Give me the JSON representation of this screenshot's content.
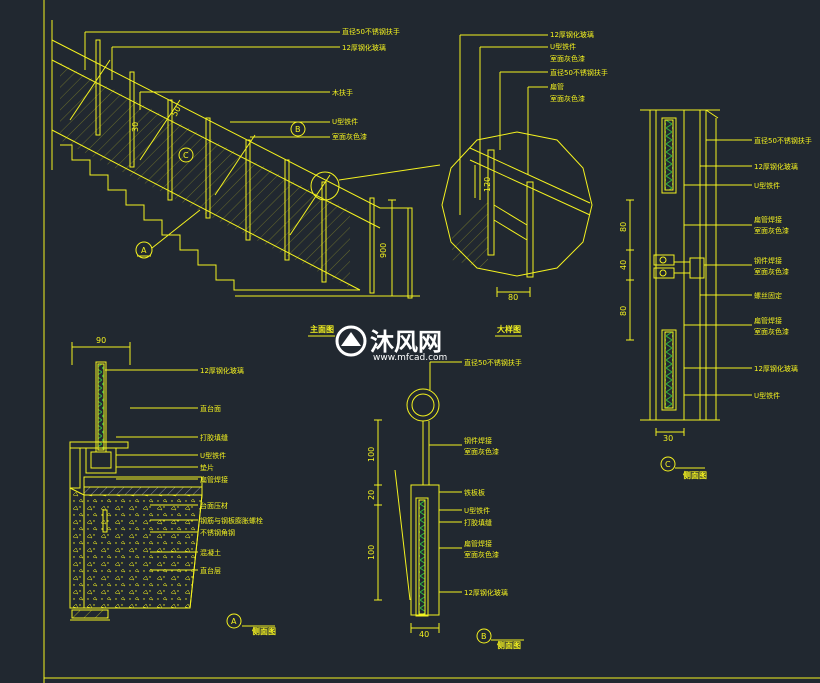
{
  "colors": {
    "background": "#212830",
    "line": "#f4f21f",
    "green": "#2fae3f",
    "white": "#ffffff"
  },
  "watermark": {
    "brand": "沐风网",
    "url": "www.mfcad.com"
  },
  "stair": {
    "callouts": [
      "直径50不锈钢扶手",
      "12厚钢化玻璃",
      "木扶手",
      "U型铁件",
      "室面灰色漆"
    ],
    "dims": {
      "post_height": "900",
      "rail_dim_a": "50",
      "rail_dim_b": "30"
    },
    "tags": [
      "C",
      "B",
      "A"
    ]
  },
  "detail_circle": {
    "callouts": [
      "12厚钢化玻璃",
      "U型铁件",
      "室面灰色漆",
      "直径50不锈钢扶手",
      "扁管",
      "室面灰色漆"
    ],
    "dims": {
      "height": "120",
      "width": "80"
    }
  },
  "captions": {
    "main": "主面图",
    "large": "大样图"
  },
  "section_c": {
    "callouts": [
      "直径50不锈钢扶手",
      "12厚钢化玻璃",
      "U型铁件",
      "扁管焊接",
      "室面灰色漆",
      "钢件焊接",
      "室面灰色漆",
      "螺丝固定",
      "扁管焊接",
      "室面灰色漆",
      "12厚钢化玻璃",
      "U型铁件"
    ],
    "dims": {
      "d1": "80",
      "d2": "40",
      "d3": "80",
      "bottom": "30"
    },
    "tag": "C",
    "caption": "侧面图"
  },
  "section_a": {
    "callouts": [
      "12厚钢化玻璃",
      "直台面",
      "打胶填缝",
      "U型铁件",
      "垫片",
      "扁管焊接",
      "台面压材",
      "钢筋与钢板膨胀螺栓",
      "不锈钢角钢",
      "混凝土",
      "直台层"
    ],
    "dims": {
      "top": "90"
    },
    "tag": "A",
    "caption": "侧面图"
  },
  "section_b": {
    "callouts": [
      "直径50不锈钢扶手",
      "钢件焊接",
      "室面灰色漆",
      "铁板板",
      "U型铁件",
      "打胶填缝",
      "扁管焊接",
      "室面灰色漆",
      "12厚钢化玻璃"
    ],
    "dims": {
      "h1": "100",
      "h2": "20",
      "h3": "100",
      "bottom": "40"
    },
    "tag": "B",
    "caption": "侧面图"
  }
}
